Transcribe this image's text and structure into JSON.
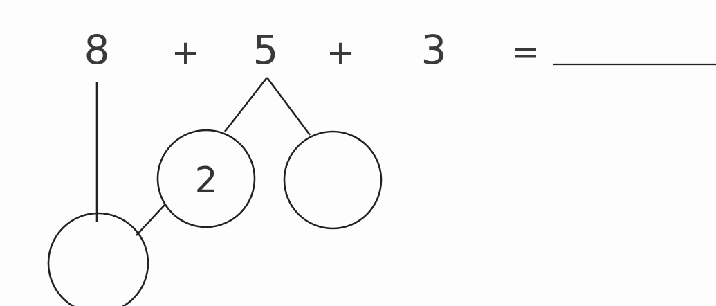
{
  "equation": {
    "term_1": "8",
    "operator_1": "+",
    "term_2": "5",
    "operator_2": "+",
    "term_3": "3",
    "equals": "=",
    "answer": ""
  },
  "number_bond": {
    "split_left_value": "2",
    "split_right_value": "",
    "combined_value": ""
  }
}
